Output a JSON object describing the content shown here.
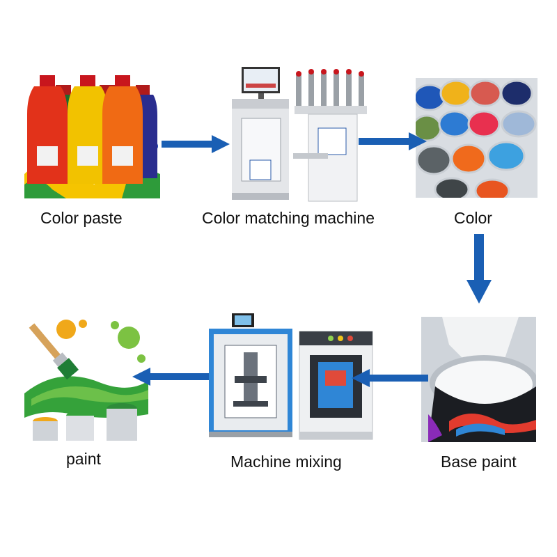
{
  "steps": [
    {
      "label": "Color paste"
    },
    {
      "label": "Color matching machine"
    },
    {
      "label": "Color"
    },
    {
      "label": "Base paint"
    },
    {
      "label": "Machine mixing"
    },
    {
      "label": "paint"
    }
  ],
  "colors": {
    "arrow": "#1a5fb4",
    "machine_blue": "#2f86d6",
    "paint_white": "#f4f6f8"
  },
  "images": {
    "color_paste": "colorful-paint-bottles",
    "color_matching_machine": "paint-tinting-dispensers",
    "color": "open-paint-buckets",
    "base_paint": "white-base-paint-can",
    "machine_mixing": "gyroscopic-paint-mixers",
    "paint": "paint-brush-with-splashes"
  }
}
